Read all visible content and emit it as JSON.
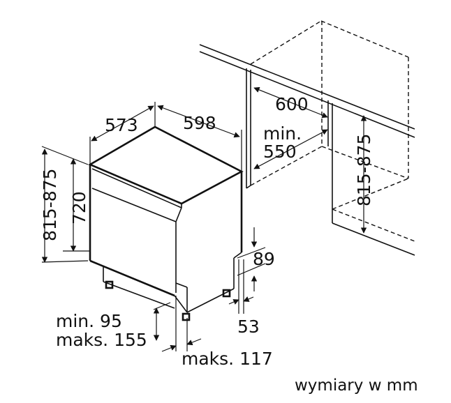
{
  "dimensions": {
    "depth": "573",
    "width": "598",
    "niche_width": "600",
    "niche_min_label": "min.",
    "niche_min_value": "550",
    "height_range": "815-875",
    "appliance_height": "720",
    "niche_height_range": "815-875",
    "plinth_height": "89",
    "plinth_depth": "53",
    "adjust_min": "min. 95",
    "adjust_max": "maks. 155",
    "foot_max": "maks. 117"
  },
  "caption": "wymiary w mm"
}
